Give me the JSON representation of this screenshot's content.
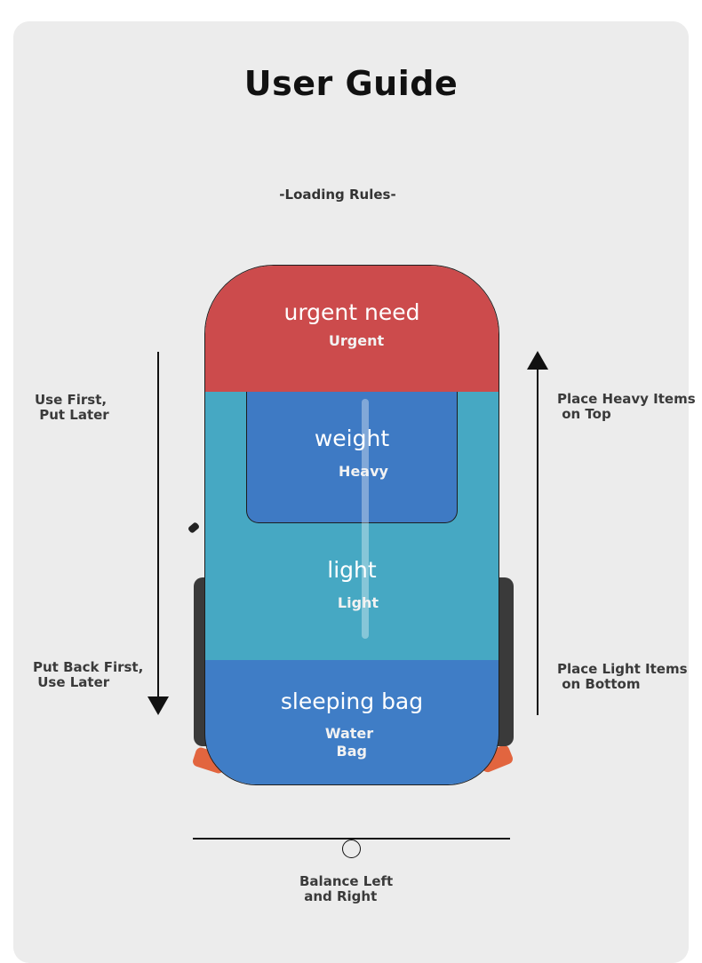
{
  "title": "User Guide",
  "subtitle": "-Loading Rules-",
  "left_labels": {
    "top": "Use First,\n Put Later",
    "bottom": "Put Back First,\n Use Later"
  },
  "right_labels": {
    "top": "Place Heavy Items\n on Top",
    "bottom": "Place Light Items\n on Bottom"
  },
  "zones": {
    "urgent": {
      "title": "urgent need",
      "sub": "Urgent"
    },
    "heavy": {
      "title": "weight",
      "sub": "Heavy"
    },
    "light": {
      "title": "light",
      "sub": "Light"
    },
    "bottom": {
      "title": "sleeping bag",
      "sub": "Water\n Bag"
    }
  },
  "balance_label": "Balance Left\n and Right",
  "colors": {
    "urgent": "#cc4b4c",
    "light": "#46a8c3",
    "heavy": "#3e7ac4",
    "bottom": "#3f7dc6",
    "strap": "#e2653f"
  },
  "icons": [
    "arrow-down-icon",
    "arrow-up-icon",
    "balance-circle-icon"
  ]
}
